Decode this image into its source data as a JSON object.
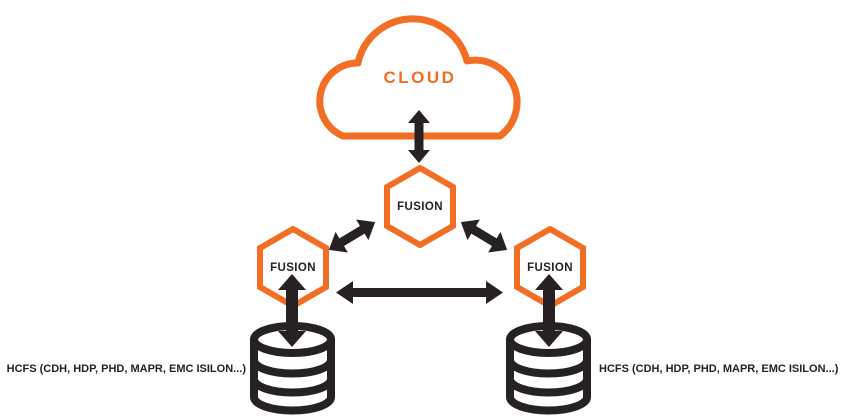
{
  "colors": {
    "orange": "#F26E24",
    "ink": "#262223"
  },
  "cloud": {
    "label": "CLOUD"
  },
  "fusion_nodes": {
    "top": "FUSION",
    "left": "FUSION",
    "right": "FUSION"
  },
  "storage": {
    "left_label": "HCFS (CDH, HDP, PHD, MAPR, EMC ISILON...)",
    "right_label": "HCFS (CDH, HDP, PHD, MAPR, EMC ISILON...)"
  }
}
